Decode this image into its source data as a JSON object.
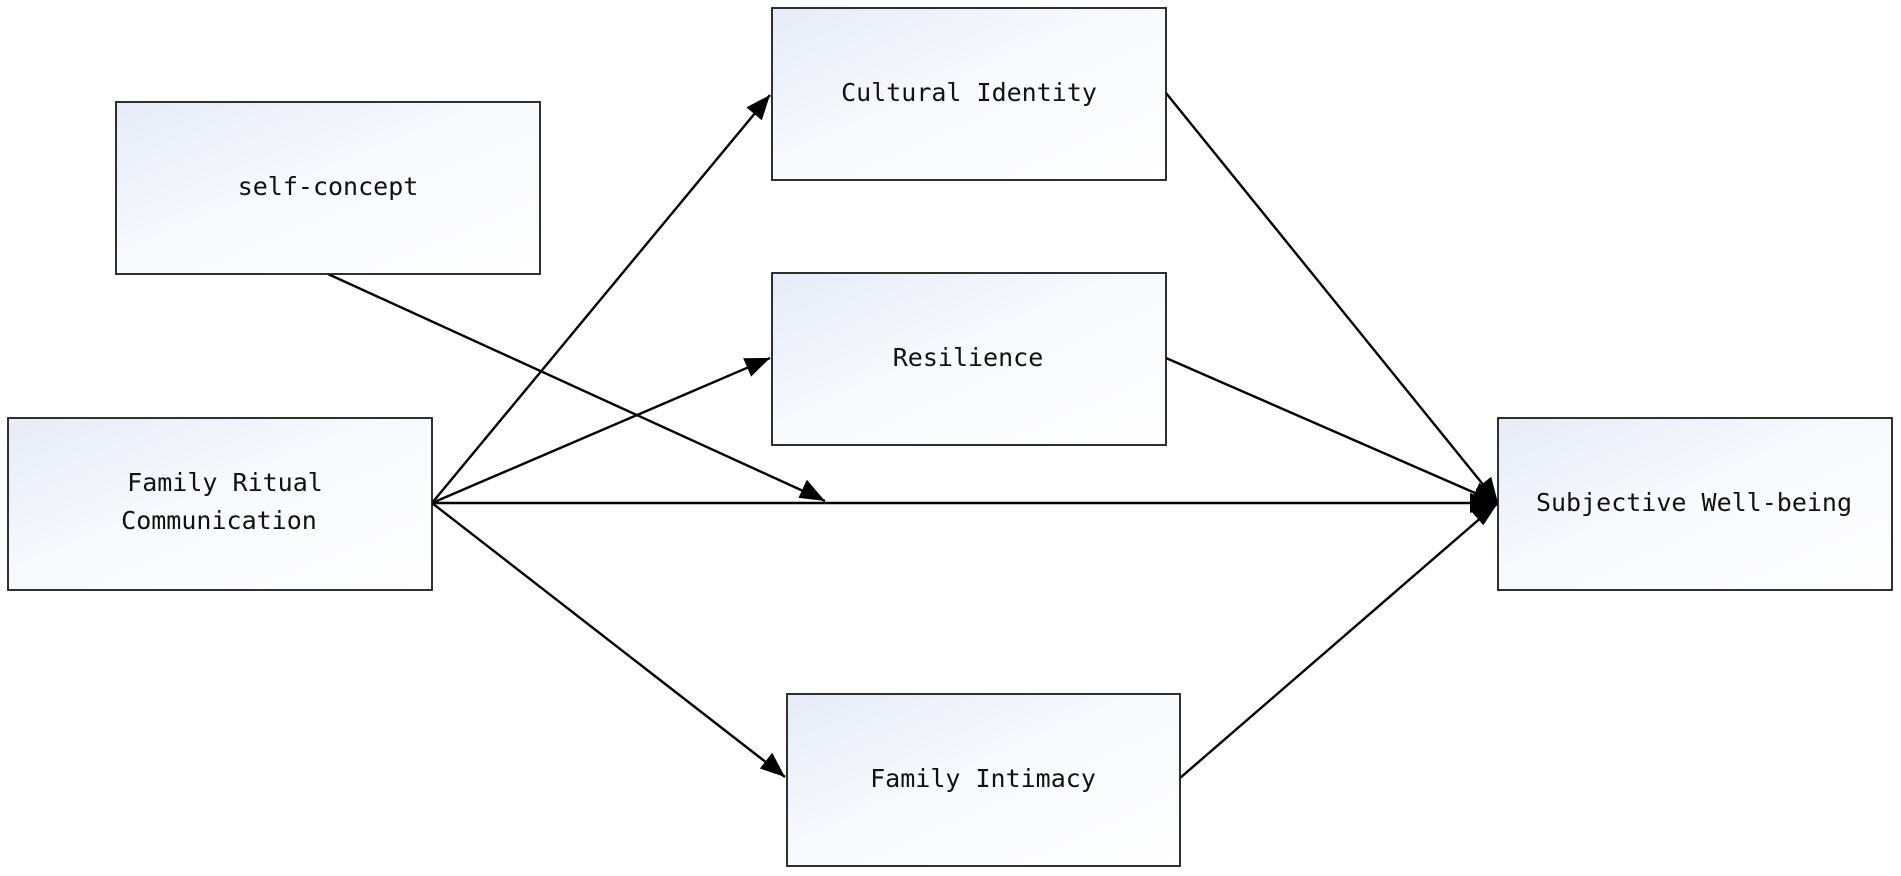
{
  "diagram": {
    "nodes": {
      "self_concept": {
        "label": "self-concept"
      },
      "family_ritual": {
        "label_lines": [
          "Family Ritual",
          "Communication"
        ]
      },
      "cultural_identity": {
        "label": "Cultural Identity"
      },
      "resilience": {
        "label": "Resilience"
      },
      "family_intimacy": {
        "label": "Family Intimacy"
      },
      "subjective_wellbeing": {
        "label": "Subjective Well-being"
      }
    },
    "edges": [
      {
        "from": "family_ritual",
        "to": "cultural_identity"
      },
      {
        "from": "family_ritual",
        "to": "resilience"
      },
      {
        "from": "family_ritual",
        "to": "family_intimacy"
      },
      {
        "from": "family_ritual",
        "to": "subjective_wellbeing"
      },
      {
        "from": "cultural_identity",
        "to": "subjective_wellbeing"
      },
      {
        "from": "resilience",
        "to": "subjective_wellbeing"
      },
      {
        "from": "family_intimacy",
        "to": "subjective_wellbeing"
      },
      {
        "from": "self_concept",
        "to": "family_ritual_to_subjective_wellbeing_path"
      }
    ]
  }
}
